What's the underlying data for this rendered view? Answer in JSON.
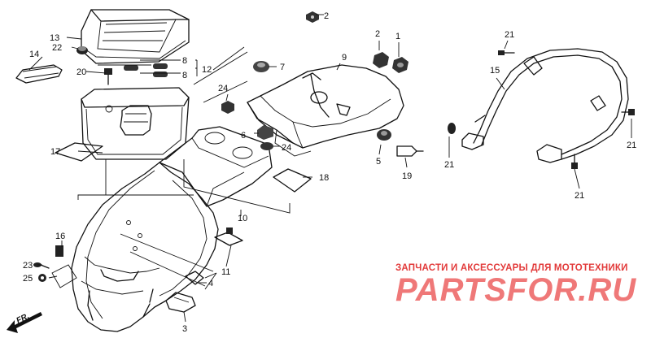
{
  "callouts": [
    {
      "id": "c1",
      "text": "1"
    },
    {
      "id": "c2a",
      "text": "2"
    },
    {
      "id": "c2b",
      "text": "2"
    },
    {
      "id": "c3",
      "text": "3"
    },
    {
      "id": "c4",
      "text": "4"
    },
    {
      "id": "c5",
      "text": "5"
    },
    {
      "id": "c6",
      "text": "6"
    },
    {
      "id": "c7",
      "text": "7"
    },
    {
      "id": "c8a",
      "text": "8"
    },
    {
      "id": "c8b",
      "text": "8"
    },
    {
      "id": "c9",
      "text": "9"
    },
    {
      "id": "c10",
      "text": "10"
    },
    {
      "id": "c11",
      "text": "11"
    },
    {
      "id": "c12",
      "text": "12"
    },
    {
      "id": "c13",
      "text": "13"
    },
    {
      "id": "c14",
      "text": "14"
    },
    {
      "id": "c15",
      "text": "15"
    },
    {
      "id": "c16",
      "text": "16"
    },
    {
      "id": "c17",
      "text": "17"
    },
    {
      "id": "c18",
      "text": "18"
    },
    {
      "id": "c19",
      "text": "19"
    },
    {
      "id": "c20",
      "text": "20"
    },
    {
      "id": "c21a",
      "text": "21"
    },
    {
      "id": "c21b",
      "text": "21"
    },
    {
      "id": "c21c",
      "text": "21"
    },
    {
      "id": "c21d",
      "text": "21"
    },
    {
      "id": "c22",
      "text": "22"
    },
    {
      "id": "c23",
      "text": "23"
    },
    {
      "id": "c24a",
      "text": "24"
    },
    {
      "id": "c24b",
      "text": "24"
    },
    {
      "id": "c25",
      "text": "25"
    }
  ],
  "direction_label": "FR.",
  "watermark": {
    "tagline": "ЗАПЧАСТИ И АКСЕССУАРЫ ДЛЯ МОТОТЕХНИКИ",
    "brand": "PARTSFOR.RU",
    "color": "#ef7878",
    "tagline_color": "#e23a3a"
  },
  "icons": [
    "fr-arrow-icon"
  ]
}
